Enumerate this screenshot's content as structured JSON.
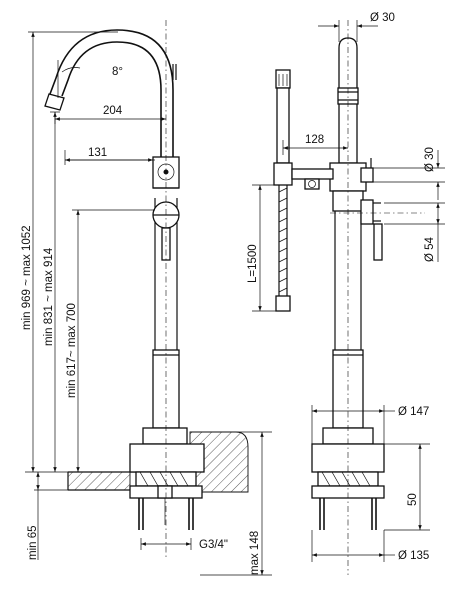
{
  "dimensions": {
    "spout_angle": "8°",
    "reach_204": "204",
    "reach_131": "131",
    "height_1052": "min 969 ~ max 1052",
    "height_914": "min 831 ~ max 914",
    "height_700": "min 617~ max 700",
    "min_65": "min 65",
    "max_148": "max 148",
    "thread": "G3/4\"",
    "dia_30_top": "Ø 30",
    "hand_shower_128": "128",
    "dia_30_side": "Ø 30",
    "dia_54": "Ø 54",
    "hose_length": "L=1500",
    "dia_147": "Ø 147",
    "base_50": "50",
    "dia_135": "Ø 135"
  }
}
